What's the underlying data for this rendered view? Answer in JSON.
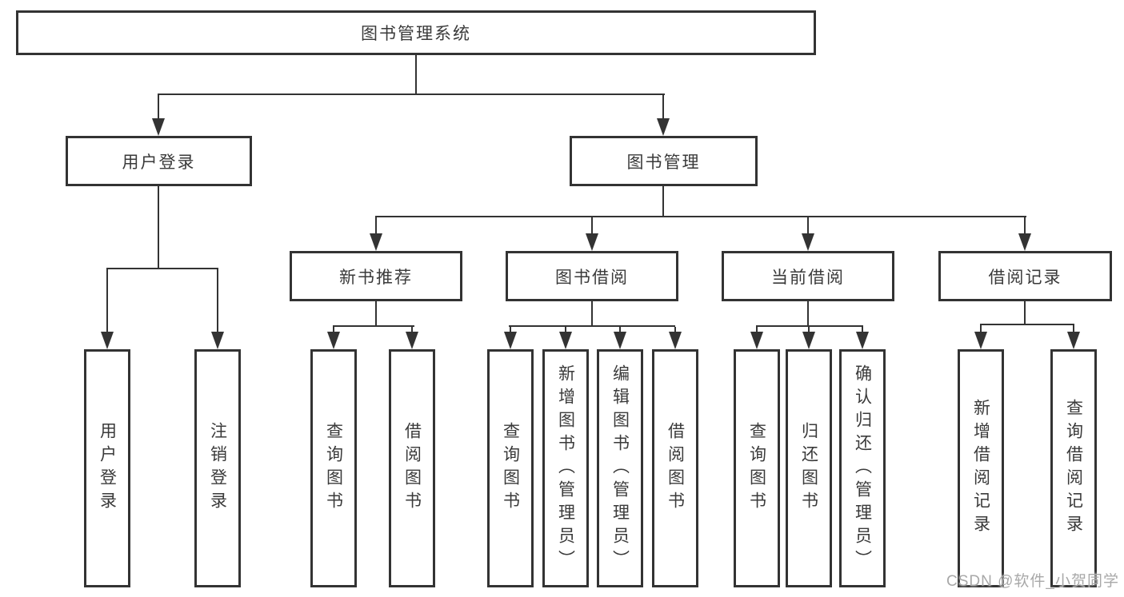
{
  "diagram": {
    "title": "图书管理系统",
    "colors": {
      "line": "#333333",
      "text": "#3a3a3a",
      "box_background": "#ffffff",
      "watermark": "#a8a8a8"
    },
    "nodes": {
      "root": "图书管理系统",
      "user_login": "用户登录",
      "book_mgmt": "图书管理",
      "new_book_rec": "新书推荐",
      "book_borrowing": "图书借阅",
      "current_borrowing": "当前借阅",
      "borrowing_records": "借阅记录",
      "ul_user_login": "用户登录",
      "ul_logout": "注销登录",
      "nr_query_books": "查询图书",
      "nr_borrow_books": "借阅图书",
      "bb_query_books": "查询图书",
      "bb_add_books": "新增图书（管理员）",
      "bb_edit_books": "编辑图书（管理员）",
      "bb_borrow_books": "借阅图书",
      "cb_query_books": "查询图书",
      "cb_return_books": "归还图书",
      "cb_confirm_return": "确认归还（管理员）",
      "br_add_record": "新增借阅记录",
      "br_query_record": "查询借阅记录"
    },
    "structure": {
      "root_children": [
        "user_login",
        "book_mgmt"
      ],
      "user_login_children": [
        "ul_user_login",
        "ul_logout"
      ],
      "book_mgmt_children": [
        "new_book_rec",
        "book_borrowing",
        "current_borrowing",
        "borrowing_records"
      ],
      "new_book_rec_children": [
        "nr_query_books",
        "nr_borrow_books"
      ],
      "book_borrowing_children": [
        "bb_query_books",
        "bb_add_books",
        "bb_edit_books",
        "bb_borrow_books"
      ],
      "current_borrowing_children": [
        "cb_query_books",
        "cb_return_books",
        "cb_confirm_return"
      ],
      "borrowing_records_children": [
        "br_add_record",
        "br_query_record"
      ]
    }
  },
  "watermark": {
    "text": "CSDN @软件_小贺同学"
  }
}
